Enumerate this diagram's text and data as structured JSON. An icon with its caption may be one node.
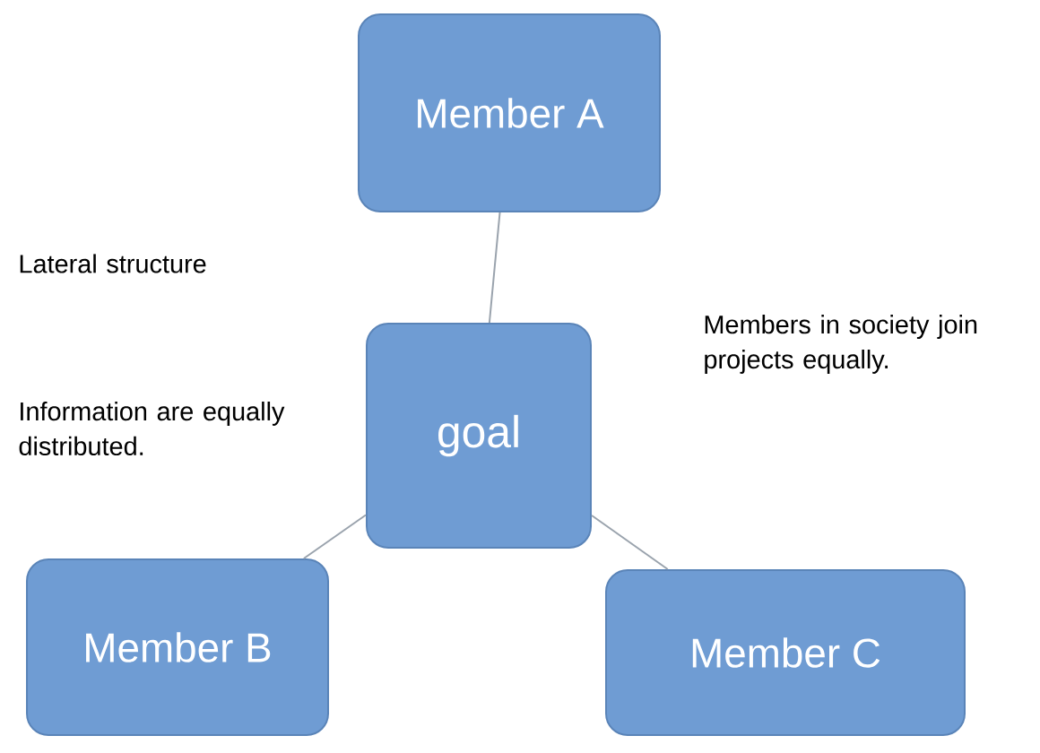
{
  "diagram": {
    "nodes": [
      {
        "text": [
          "Member A"
        ]
      },
      {
        "text": [
          "goal"
        ]
      },
      {
        "text": [
          "Member B"
        ]
      },
      {
        "text": [
          "Member C"
        ]
      }
    ],
    "edges": [
      {
        "from": 0,
        "to": 1,
        "arrow": "none"
      },
      {
        "from": 1,
        "to": 2,
        "arrow": "none"
      },
      {
        "from": 1,
        "to": 3,
        "arrow": "none"
      }
    ],
    "labels": [
      "Lateral structure",
      "Information are equally distributed.",
      "Members in society join projects equally."
    ]
  }
}
